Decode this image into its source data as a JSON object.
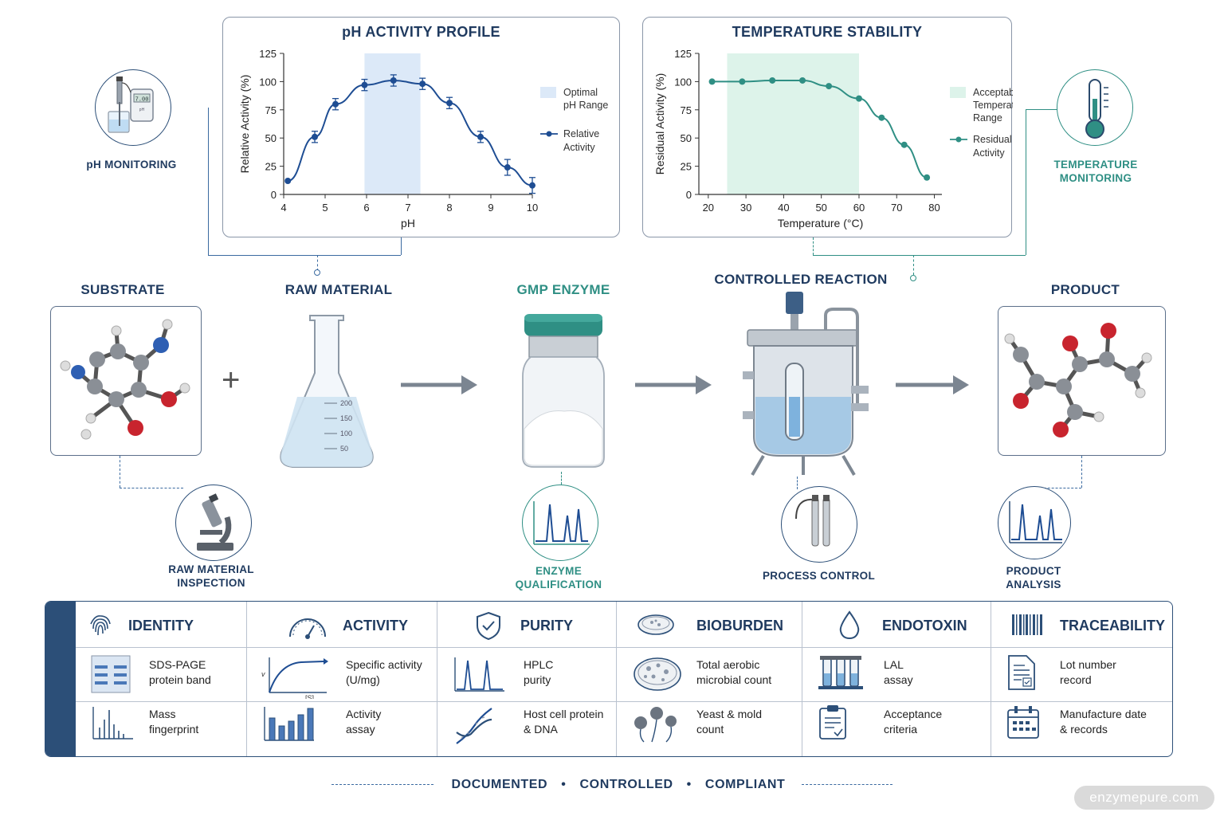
{
  "ph_chart": {
    "title": "pH ACTIVITY PROFILE",
    "xlabel": "pH",
    "ylabel": "Relative Activity (%)",
    "legend_band": "Optimal\npH Range",
    "legend_series": "Relative\nActivity"
  },
  "temp_chart": {
    "title": "TEMPERATURE STABILITY",
    "xlabel": "Temperature (°C)",
    "ylabel": "Residual Activity (%)",
    "legend_band": "Acceptable\nTemperature\nRange",
    "legend_series": "Residual\nActivity"
  },
  "chart_data": [
    {
      "type": "line",
      "title": "pH ACTIVITY PROFILE",
      "xlabel": "pH",
      "ylabel": "Relative Activity (%)",
      "xlim": [
        4,
        10
      ],
      "ylim": [
        0,
        125
      ],
      "xticks": [
        4,
        5,
        6,
        7,
        8,
        9,
        10
      ],
      "yticks": [
        0,
        25,
        50,
        75,
        100,
        125
      ],
      "band": [
        5.95,
        7.3
      ],
      "series": [
        {
          "name": "Relative Activity",
          "x": [
            4.1,
            4.75,
            5.25,
            5.95,
            6.65,
            7.35,
            8.0,
            8.75,
            9.4,
            10.0
          ],
          "y": [
            12,
            51,
            80,
            97,
            101,
            98,
            81,
            51,
            24,
            8
          ],
          "err": [
            0,
            5,
            5,
            5,
            5,
            5,
            5,
            5,
            7,
            7
          ]
        }
      ],
      "color": "#1e4d93",
      "band_color": "#dce9f8",
      "grid": false
    },
    {
      "type": "line",
      "title": "TEMPERATURE STABILITY",
      "xlabel": "Temperature (°C)",
      "ylabel": "Residual Activity (%)",
      "xlim": [
        17.5,
        82
      ],
      "ylim": [
        0,
        125
      ],
      "xticks": [
        20,
        30,
        40,
        50,
        60,
        70,
        80
      ],
      "yticks": [
        0,
        25,
        50,
        75,
        100,
        125
      ],
      "band": [
        25,
        60
      ],
      "series": [
        {
          "name": "Residual Activity",
          "x": [
            21,
            29,
            37,
            45,
            52,
            60,
            66,
            72,
            78
          ],
          "y": [
            100,
            100,
            101,
            101,
            96,
            85,
            68,
            44,
            15
          ]
        }
      ],
      "color": "#2f8f84",
      "band_color": "#ddf3ea",
      "grid": false
    }
  ],
  "monitors": {
    "ph": "pH MONITORING",
    "temp": "TEMPERATURE\nMONITORING",
    "ph_meter_reading": "7.00",
    "ph_meter_unit": "pH"
  },
  "process": {
    "substrate": "SUBSTRATE",
    "raw_material": "RAW MATERIAL",
    "enzyme": "GMP ENZYME",
    "reaction": "CONTROLLED REACTION",
    "product": "PRODUCT",
    "plus": "+",
    "flask_marks": [
      "200",
      "150",
      "100",
      "50"
    ]
  },
  "checkpoints": {
    "raw_inspection": "RAW MATERIAL\nINSPECTION",
    "enzyme_qual": "ENZYME\nQUALIFICATION",
    "process_control": "PROCESS CONTROL",
    "product_analysis": "PRODUCT\nANALYSIS"
  },
  "matrix": {
    "columns": [
      {
        "header": "IDENTITY",
        "icon": "fingerprint-icon",
        "row1": "SDS-PAGE\nprotein band",
        "row1_icon": "gel-band-icon",
        "row2": "Mass\nfingerprint",
        "row2_icon": "mass-spectrum-icon"
      },
      {
        "header": "ACTIVITY",
        "icon": "gauge-icon",
        "row1": "Specific activity\n(U/mg)",
        "row1_icon": "kinetics-curve-icon",
        "row2": "Activity\nassay",
        "row2_icon": "bar-chart-icon"
      },
      {
        "header": "PURITY",
        "icon": "shield-check-icon",
        "row1": "HPLC\npurity",
        "row1_icon": "chromatogram-icon",
        "row2": "Host cell protein\n& DNA",
        "row2_icon": "dna-icon"
      },
      {
        "header": "BIOBURDEN",
        "icon": "petri-dish-icon",
        "row1": "Total aerobic\nmicrobial count",
        "row1_icon": "colony-dish-icon",
        "row2": "Yeast & mold\ncount",
        "row2_icon": "mold-spores-icon"
      },
      {
        "header": "ENDOTOXIN",
        "icon": "droplet-icon",
        "row1": "LAL\nassay",
        "row1_icon": "test-tubes-icon",
        "row2": "Acceptance\ncriteria",
        "row2_icon": "clipboard-check-icon"
      },
      {
        "header": "TRACEABILITY",
        "icon": "barcode-icon",
        "row1": "Lot number\nrecord",
        "row1_icon": "document-icon",
        "row2": "Manufacture date\n& records",
        "row2_icon": "calendar-icon"
      }
    ],
    "kinetics_axis_v": "v",
    "kinetics_axis_s": "[S]"
  },
  "footer": {
    "words": [
      "DOCUMENTED",
      "CONTROLLED",
      "COMPLIANT"
    ],
    "separator": "•"
  },
  "watermark": "enzymepure.com"
}
